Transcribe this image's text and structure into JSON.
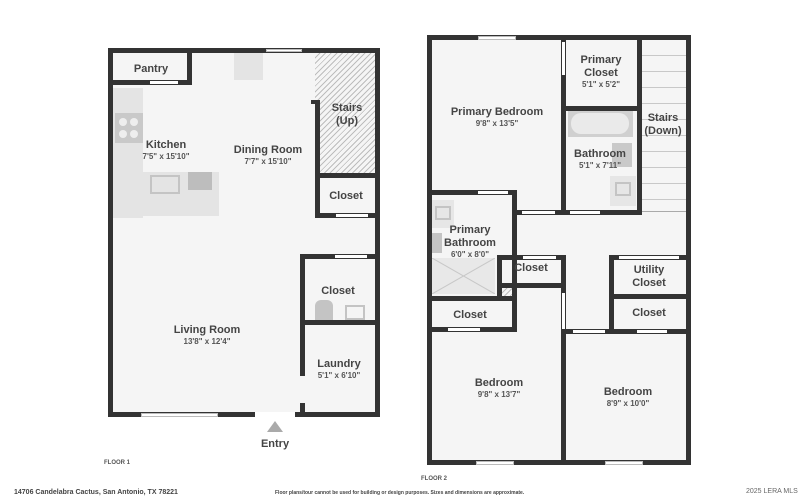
{
  "floor1": {
    "label": "FLOOR 1",
    "rooms": {
      "pantry": {
        "name": "Pantry"
      },
      "kitchen": {
        "name": "Kitchen",
        "dim": "7'5\" x 15'10\""
      },
      "dining": {
        "name": "Dining Room",
        "dim": "7'7\" x 15'10\""
      },
      "stairs_up": {
        "name": "Stairs",
        "sub": "(Up)"
      },
      "closet_upper": {
        "name": "Closet"
      },
      "closet_lower": {
        "name": "Closet"
      },
      "living": {
        "name": "Living Room",
        "dim": "13'8\" x 12'4\""
      },
      "laundry": {
        "name": "Laundry",
        "dim": "5'1\" x 6'10\""
      }
    },
    "entry": "Entry"
  },
  "floor2": {
    "label": "FLOOR 2",
    "rooms": {
      "primary_bedroom": {
        "name": "Primary Bedroom",
        "dim": "9'8\" x 13'5\""
      },
      "primary_closet": {
        "name": "Primary",
        "name2": "Closet",
        "dim": "5'1\" x 5'2\""
      },
      "stairs_down": {
        "name": "Stairs",
        "sub": "(Down)"
      },
      "bathroom": {
        "name": "Bathroom",
        "dim": "5'1\" x 7'11\""
      },
      "primary_bathroom": {
        "name": "Primary",
        "name2": "Bathroom",
        "dim": "6'0\" x 8'0\""
      },
      "closet_mid": {
        "name": "Closet"
      },
      "utility_closet": {
        "name": "Utility",
        "name2": "Closet"
      },
      "closet_left": {
        "name": "Closet"
      },
      "closet_right": {
        "name": "Closet"
      },
      "bedroom_left": {
        "name": "Bedroom",
        "dim": "9'8\" x 13'7\""
      },
      "bedroom_right": {
        "name": "Bedroom",
        "dim": "8'9\" x 10'0\""
      }
    }
  },
  "footer": {
    "address": "14706 Candelabra Cactus, San Antonio, TX 78221",
    "disclaimer": "Floor plans/tour cannot be used for building or design purposes. Sizes and dimensions are approximate.",
    "copyright": "2025 LERA MLS"
  },
  "colors": {
    "wall": "#333333",
    "floor": "#f5f5f5",
    "fixture": "#d9d9d9",
    "text": "#444444"
  }
}
